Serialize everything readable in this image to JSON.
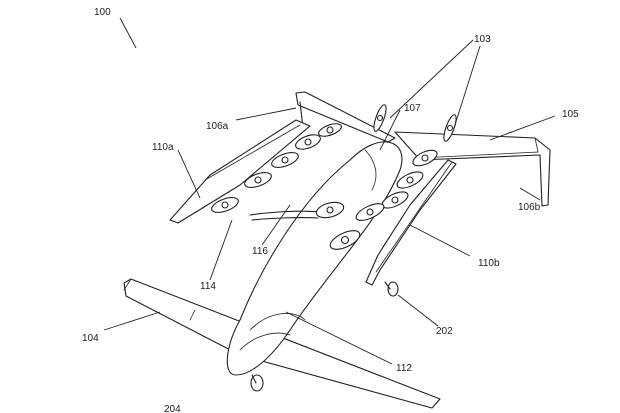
{
  "figure": {
    "labels": {
      "n100": "100",
      "n103": "103",
      "n105": "105",
      "n106a": "106a",
      "n106b": "106b",
      "n107": "107",
      "n110a": "110a",
      "n110b": "110b",
      "n114": "114",
      "n116": "116",
      "n104": "104",
      "n112": "112",
      "n202": "202",
      "n204": "204"
    }
  },
  "colors": {
    "ink": "#222222",
    "paper": "#ffffff"
  },
  "icons": {
    "rotor": "propeller-rotor-icon",
    "wheel": "landing-wheel-icon"
  }
}
